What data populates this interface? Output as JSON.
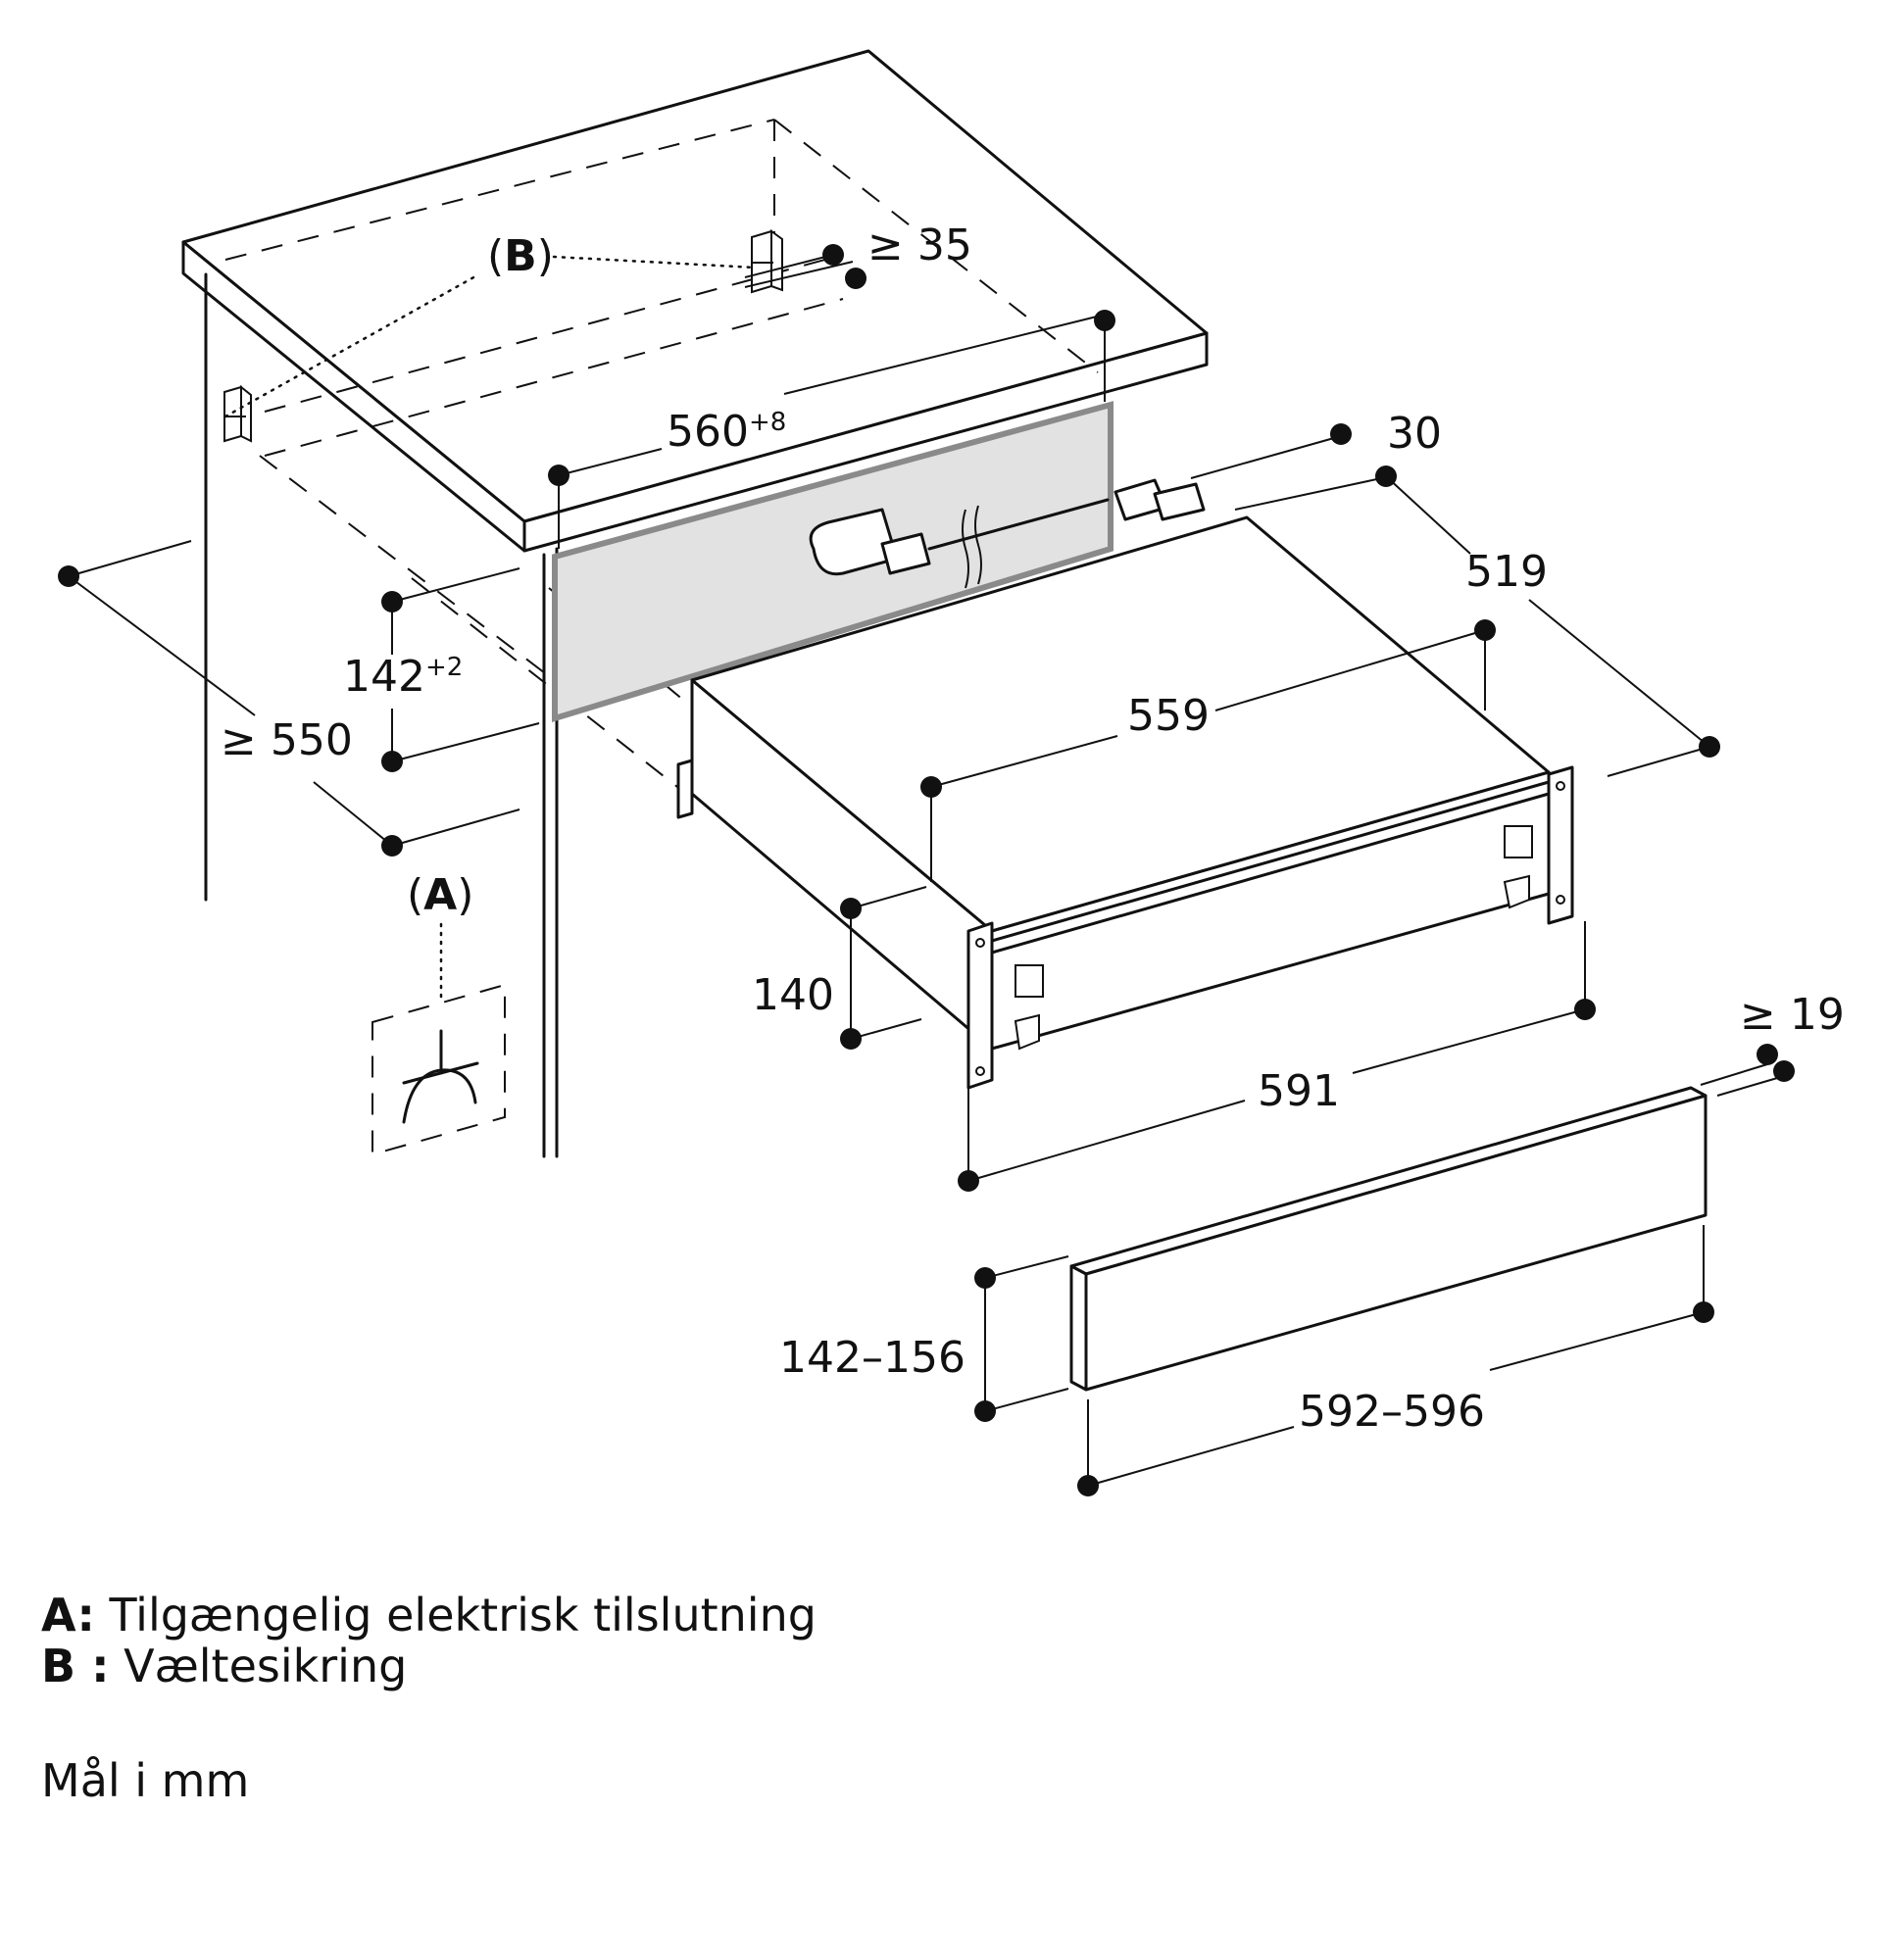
{
  "dimensions": {
    "min_35": "≥ 35",
    "width_560": "560",
    "width_560_tol": "+8",
    "gap_30": "30",
    "depth_519": "519",
    "height_142": "142",
    "height_142_tol": "+2",
    "depth_550": "≥ 550",
    "width_559": "559",
    "height_140": "140",
    "width_591": "591",
    "min_19": "≥ 19",
    "front_height": "142–156",
    "front_width": "592–596"
  },
  "markers": {
    "a": "A",
    "b": "B"
  },
  "legend": [
    {
      "key": "A:",
      "text": "Tilgængelig elektrisk tilslutning"
    },
    {
      "key": "B :",
      "text": "Væltesikring"
    }
  ],
  "unit_note": "Mål i mm"
}
